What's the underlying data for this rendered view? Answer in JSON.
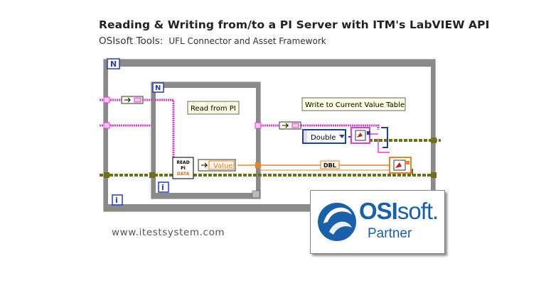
{
  "header": {
    "title": "Reading & Writing from/to a PI Server with ITM's LabVIEW API",
    "subtitle_lead": "OSIsoft Tools:",
    "subtitle_tail": "UFL Connector and Asset Framework"
  },
  "diagram": {
    "outer_loop_tag": "N",
    "inner_loop_tag": "N",
    "outer_iter_tag": "i",
    "inner_iter_tag": "i",
    "read_label": "Read from PI",
    "write_label": "Write to Current Value Table",
    "read_vi_line1": "READ",
    "read_vi_line2": "PI",
    "read_vi_line3": "DATA",
    "value_label": "Value",
    "type_selector": "Double",
    "dbl_label": "DBL",
    "wire_colors": {
      "pink": "#e03cd8",
      "orange": "#e8822c",
      "green": "#6e6e1a",
      "blue": "#1d3fa6"
    }
  },
  "footer": {
    "website": "www.itestsystem.com"
  },
  "partner": {
    "brand_bold": "OSI",
    "brand_light": "soft.",
    "badge": "Partner",
    "brand_color": "#1a5fa8"
  }
}
